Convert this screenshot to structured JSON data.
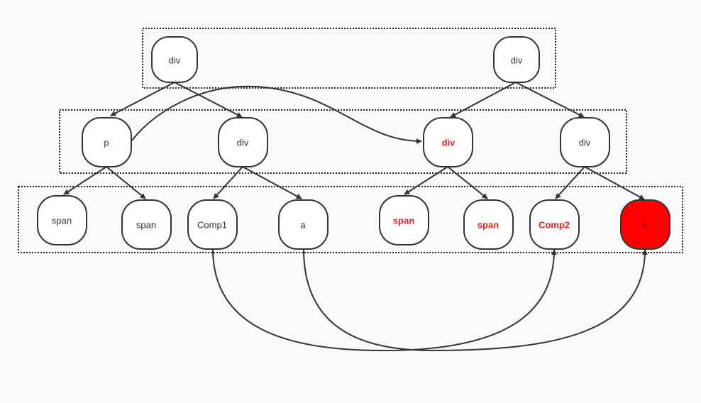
{
  "colors": {
    "background": "#f9f9f9",
    "stroke": "#333333",
    "node_fill": "#ffffff",
    "text": "#333333",
    "highlight_text": "#e8202a",
    "highlight_fill": "#ff0000"
  },
  "nodes": {
    "old_root": {
      "label": "div"
    },
    "new_root": {
      "label": "div"
    },
    "old_p": {
      "label": "p"
    },
    "old_div": {
      "label": "div"
    },
    "new_div_moved": {
      "label": "div"
    },
    "new_div": {
      "label": "div"
    },
    "old_span_1": {
      "label": "span"
    },
    "old_span_2": {
      "label": "span"
    },
    "old_comp1": {
      "label": "Comp1"
    },
    "old_a": {
      "label": "a"
    },
    "new_span_1": {
      "label": "span"
    },
    "new_span_2": {
      "label": "span"
    },
    "new_comp2": {
      "label": "Comp2"
    },
    "new_a": {
      "label": "a"
    }
  }
}
